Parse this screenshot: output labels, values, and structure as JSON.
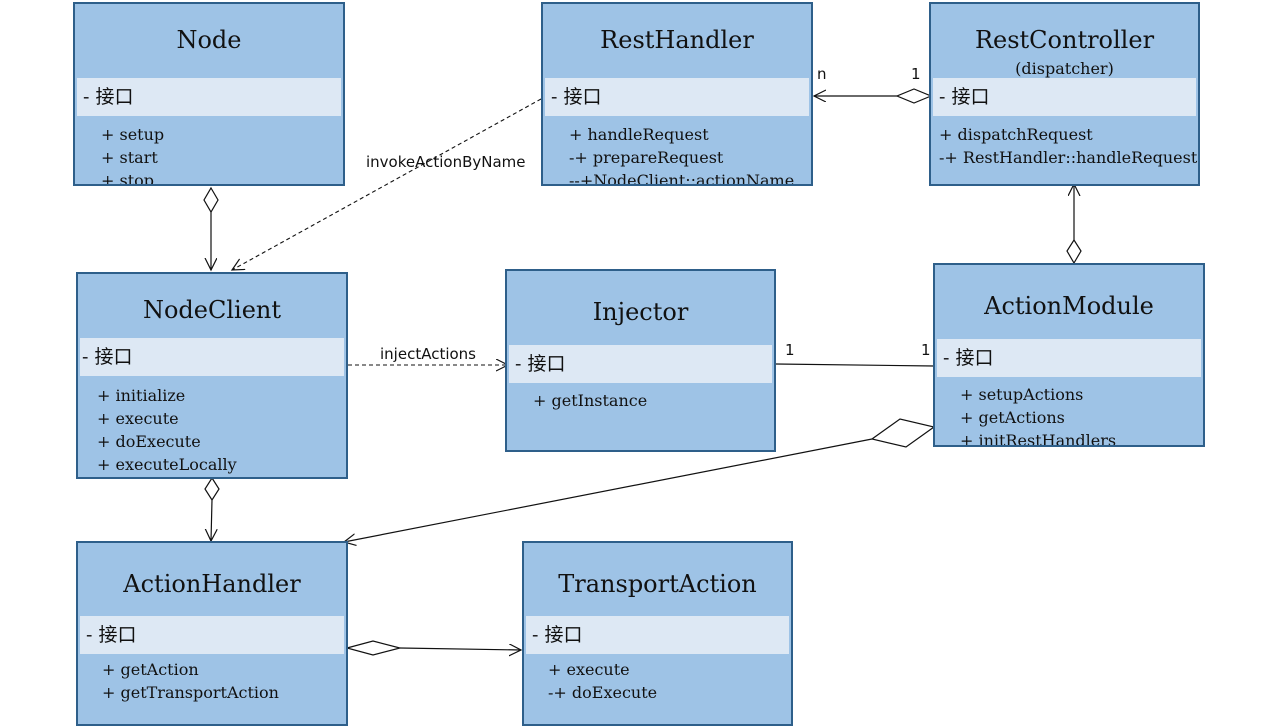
{
  "interface_label": "- 接口",
  "classes": {
    "node": {
      "name": "Node",
      "methods": [
        "+ setup",
        "+ start",
        "+ stop"
      ]
    },
    "rest_handler": {
      "name": "RestHandler",
      "methods": [
        "+ handleRequest",
        "-+ prepareRequest",
        "--+NodeClient::actionName"
      ]
    },
    "rest_controller": {
      "name": "RestController",
      "subtitle": "(dispatcher)",
      "methods": [
        "+ dispatchRequest",
        "-+ RestHandler::handleRequest"
      ]
    },
    "node_client": {
      "name": "NodeClient",
      "methods": [
        "+ initialize",
        "+ execute",
        "+ doExecute",
        "+ executeLocally"
      ]
    },
    "injector": {
      "name": "Injector",
      "methods": [
        "+ getInstance"
      ]
    },
    "action_module": {
      "name": "ActionModule",
      "methods": [
        "+ setupActions",
        "+ getActions",
        "+ initRestHandlers"
      ]
    },
    "action_handler": {
      "name": "ActionHandler",
      "methods": [
        "+ getAction",
        "+ getTransportAction"
      ]
    },
    "transport_action": {
      "name": "TransportAction",
      "methods": [
        "+ execute",
        "-+ doExecute"
      ]
    }
  },
  "relations": {
    "invoke_label": "invokeActionByName",
    "inject_label": "injectActions",
    "handler_multiplicity": "n",
    "controller_multiplicity": "1",
    "injector_multiplicity": "1",
    "module_multiplicity": "1"
  }
}
